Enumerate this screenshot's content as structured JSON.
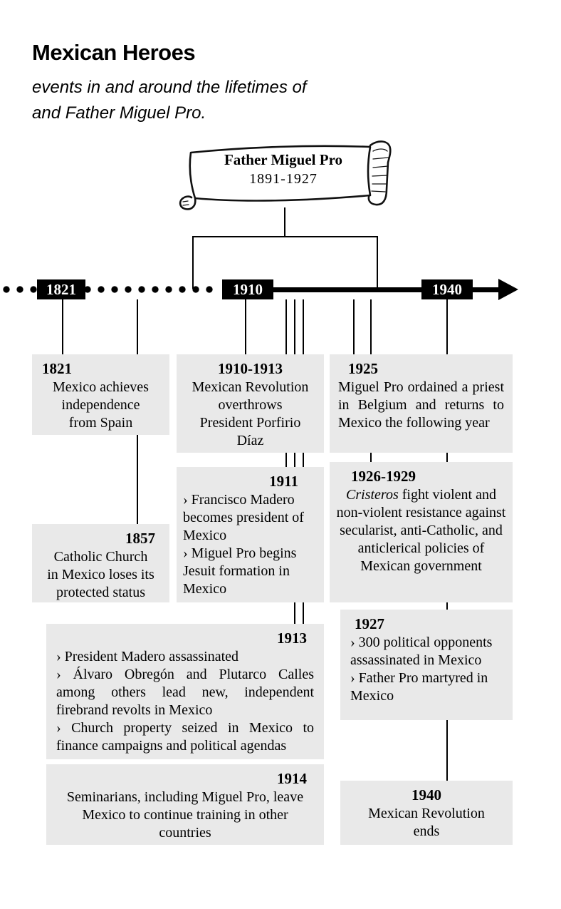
{
  "header": {
    "title": "Mexican Heroes",
    "subtitle_line1": "events in and around the lifetimes of",
    "subtitle_line2": "and Father Miguel Pro."
  },
  "banner": {
    "name": "Father Miguel Pro",
    "years": "1891-1927"
  },
  "timeline": {
    "markers": [
      {
        "label": "1821"
      },
      {
        "label": "1910"
      },
      {
        "label": "1940"
      }
    ]
  },
  "events": [
    {
      "year": "1821",
      "lines": [
        "Mexico achieves",
        "independence",
        "from Spain"
      ]
    },
    {
      "year": "1857",
      "lines": [
        "Catholic Church",
        "in Mexico loses its",
        "protected status"
      ]
    },
    {
      "year": "1910-1913",
      "lines": [
        "Mexican Revolution",
        "overthrows",
        "President Porfirio",
        "Díaz"
      ]
    },
    {
      "year": "1911",
      "bullets": [
        "›  Francisco Madero becomes president of Mexico",
        "›  Miguel Pro begins Jesuit formation in Mexico"
      ]
    },
    {
      "year": "1913",
      "bullets": [
        "›  President Madero assassinated",
        "›  Álvaro Obregón and Plutarco Calles among others lead new, independent firebrand revolts in Mexico",
        "›  Church property seized in Mexico to finance campaigns and political agendas"
      ]
    },
    {
      "year": "1914",
      "text": "Seminarians, including Miguel Pro, leave Mexico to continue training in other countries"
    },
    {
      "year": "1925",
      "text": "Miguel Pro ordained a priest in Belgium and returns to Mexico the following year"
    },
    {
      "year": "1926-1929",
      "italic": "Cristeros",
      "rest": " fight violent and non-violent resistance against secularist, anti-Catholic, and anticlerical policies of Mexican government"
    },
    {
      "year": "1927",
      "bullets": [
        "›  300 political opponents assassinated in Mexico",
        "›  Father Pro martyred in Mexico"
      ]
    },
    {
      "year": "1940",
      "lines": [
        "Mexican Revolution",
        "ends"
      ]
    }
  ],
  "colors": {
    "box_bg": "#e9e9e9",
    "ink": "#000000",
    "marker_bg": "#000000",
    "marker_text": "#ffffff"
  }
}
